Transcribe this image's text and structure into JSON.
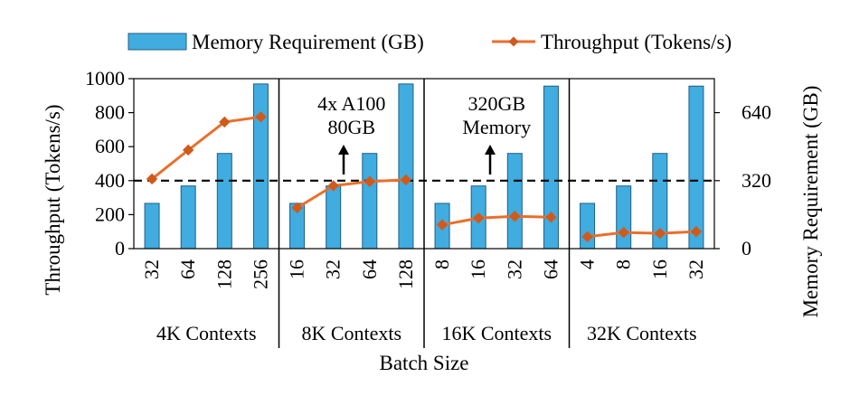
{
  "chart_data": {
    "type": "bar",
    "xlabel": "Batch Size",
    "ylabel": "Throughput (Tokens/s)",
    "y2label": "Memory Requirement (GB)",
    "ylim": [
      0,
      1000
    ],
    "yticks": [
      "0",
      "200",
      "400",
      "600",
      "800",
      "1000"
    ],
    "y2lim": [
      0,
      800
    ],
    "y2ticks": [
      "0",
      "320",
      "640"
    ],
    "legend_position": "top",
    "grid": false,
    "reference_line": {
      "axis": "y2",
      "value": 320,
      "style": "dashed"
    },
    "series": [
      {
        "name": "Memory Requirement (GB)",
        "type": "bar",
        "axis": "y2",
        "color": "#41acdf"
      },
      {
        "name": "Throughput (Tokens/s)",
        "type": "line",
        "axis": "y",
        "marker": "diamond",
        "color": "#e96f2c"
      }
    ],
    "groups": [
      {
        "label": "4K Contexts",
        "categories": [
          "32",
          "64",
          "128",
          "256"
        ],
        "memory": [
          213,
          295,
          448,
          775
        ],
        "throughput": [
          410,
          580,
          745,
          775
        ]
      },
      {
        "label": "8K Contexts",
        "categories": [
          "16",
          "32",
          "64",
          "128"
        ],
        "memory": [
          213,
          295,
          448,
          775
        ],
        "throughput": [
          240,
          370,
          395,
          405
        ]
      },
      {
        "label": "16K Contexts",
        "categories": [
          "8",
          "16",
          "32",
          "64"
        ],
        "memory": [
          213,
          295,
          448,
          765
        ],
        "throughput": [
          140,
          180,
          190,
          185
        ]
      },
      {
        "label": "32K Contexts",
        "categories": [
          "4",
          "8",
          "16",
          "32"
        ],
        "memory": [
          213,
          295,
          448,
          765
        ],
        "throughput": [
          70,
          95,
          90,
          100
        ]
      }
    ],
    "annotations": [
      {
        "group": 1,
        "lines": [
          "4x A100",
          "80GB"
        ]
      },
      {
        "group": 2,
        "lines": [
          "320GB",
          "Memory"
        ]
      }
    ]
  }
}
